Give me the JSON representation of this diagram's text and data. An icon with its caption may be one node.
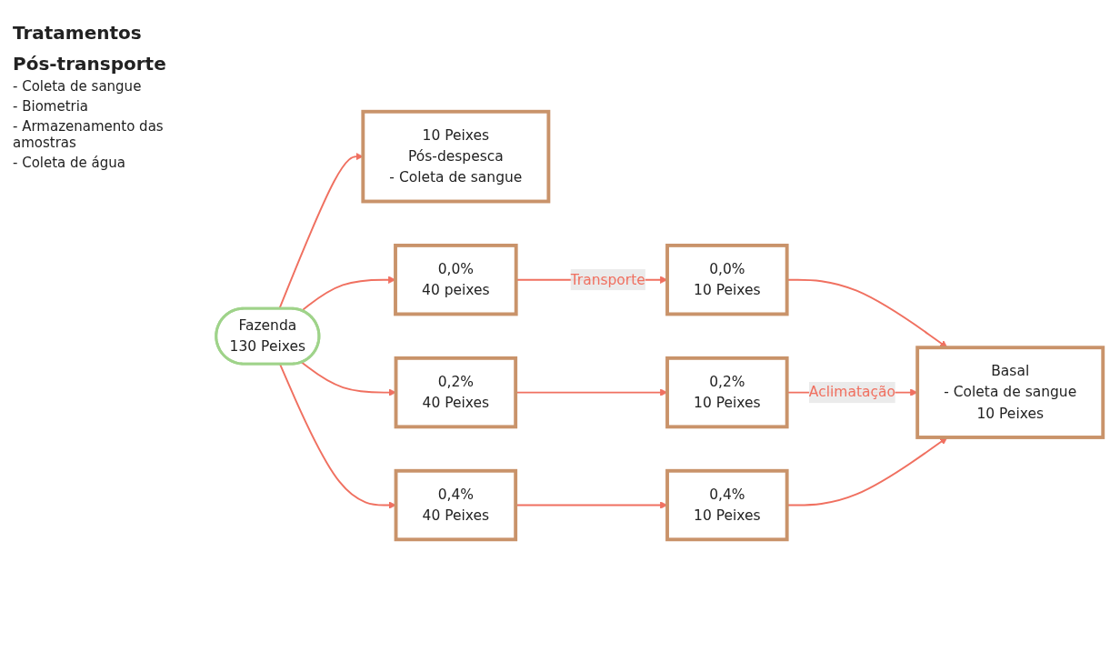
{
  "diagram": {
    "nodes": [
      {
        "text": [
          "Fazenda",
          "130 Peixes"
        ]
      },
      {
        "text": [
          "10 Peixes",
          "Pós-despesca",
          "- Coleta de sangue"
        ]
      },
      {
        "text": [
          "0,0%",
          "40 peixes"
        ]
      },
      {
        "text": [
          "0,2%",
          "40 Peixes"
        ]
      },
      {
        "text": [
          "0,4%",
          "40 Peixes"
        ]
      },
      {
        "text": [
          "0,0%",
          "10 Peixes"
        ]
      },
      {
        "text": [
          "0,2%",
          "10 Peixes"
        ]
      },
      {
        "text": [
          "0,4%",
          "10 Peixes"
        ]
      },
      {
        "text": [
          "Basal",
          "- Coleta de sangue",
          "10 Peixes"
        ]
      }
    ],
    "edges": [
      {
        "from": 0,
        "to": 1,
        "arrow": "to"
      },
      {
        "from": 0,
        "to": 2,
        "arrow": "to"
      },
      {
        "from": 0,
        "to": 3,
        "arrow": "to"
      },
      {
        "from": 0,
        "to": 4,
        "arrow": "to"
      },
      {
        "from": 2,
        "to": 5,
        "arrow": "to",
        "label": "Transporte"
      },
      {
        "from": 3,
        "to": 6,
        "arrow": "to"
      },
      {
        "from": 4,
        "to": 7,
        "arrow": "to"
      },
      {
        "from": 5,
        "to": 8,
        "arrow": "to"
      },
      {
        "from": 6,
        "to": 8,
        "arrow": "to",
        "label": "Aclimatação"
      },
      {
        "from": 7,
        "to": 8,
        "arrow": "to"
      }
    ],
    "labels": [
      "Tratamentos",
      "Pós-transporte",
      "- Coleta de sangue",
      "- Biometria",
      "- Armazenamento das amostras",
      "- Coleta de água"
    ]
  }
}
